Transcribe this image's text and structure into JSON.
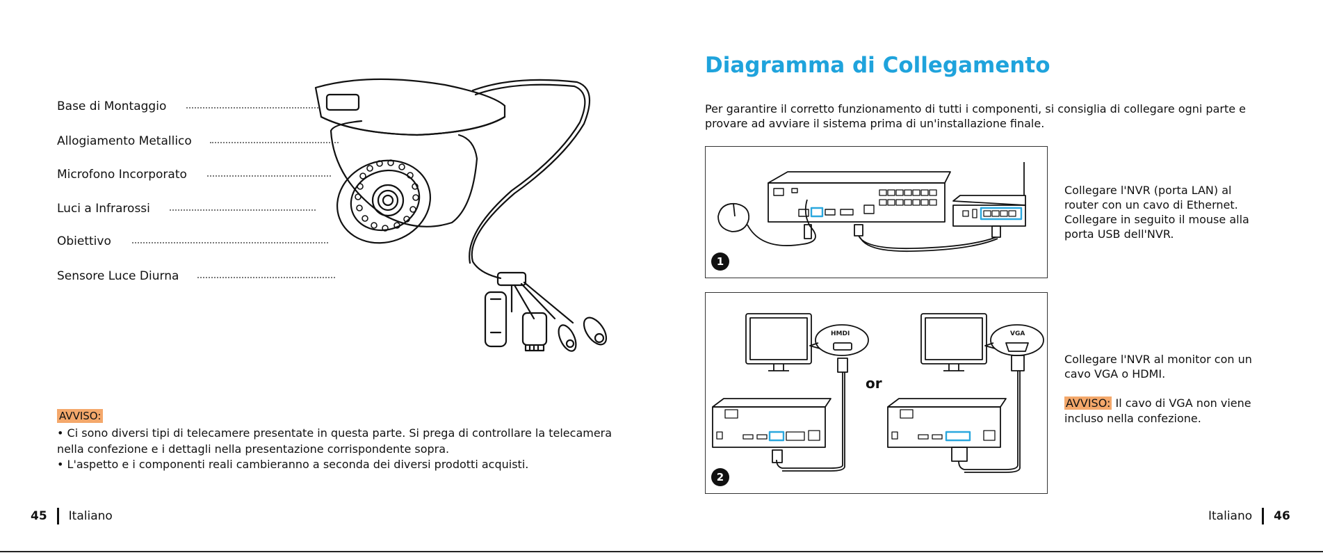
{
  "left_page": {
    "parts": [
      "Base di Montaggio",
      "Allogiamento Metallico",
      "Microfono Incorporato",
      "Luci a Infrarossi",
      "Obiettivo",
      "Sensore Luce Diurna"
    ],
    "notice_tag": "AVVISO:",
    "notes": [
      "• Ci sono diversi tipi di telecamere presentate in questa parte. Si prega di controllare la telecamera",
      "nella confezione e i dettagli nella presentazione corrispondente sopra.",
      "• L'aspetto e i componenti reali cambieranno a seconda dei diversi prodotti acquisti."
    ],
    "footer_number": "45",
    "footer_language": "Italiano"
  },
  "right_page": {
    "title": "Diagramma di Collegamento",
    "intro": [
      "Per garantire il corretto funzionamento di tutti i componenti, si consiglia di collegare ogni parte e",
      "provare ad avviare il sistema prima di un'installazione finale."
    ],
    "step1": {
      "badge": "1",
      "text": [
        "Collegare l'NVR (porta LAN) al",
        "router con un cavo di Ethernet.",
        "Collegare in seguito il mouse alla",
        "porta USB dell'NVR."
      ]
    },
    "step2": {
      "badge": "2",
      "or_label": "or",
      "hdmi_label": "HMDI",
      "vga_label": "VGA",
      "text": [
        "Collegare l'NVR al monitor con un",
        "cavo VGA o HDMI."
      ],
      "notice_tag": "AVVISO:",
      "notice_text_1": " Il cavo di VGA non viene",
      "notice_text_2": "incluso nella confezione."
    },
    "footer_language": "Italiano",
    "footer_number": "46"
  },
  "colors": {
    "title_blue": "#1fa3dc",
    "notice_orange": "#f4a86b",
    "highlight_blue": "#2aa7de"
  }
}
